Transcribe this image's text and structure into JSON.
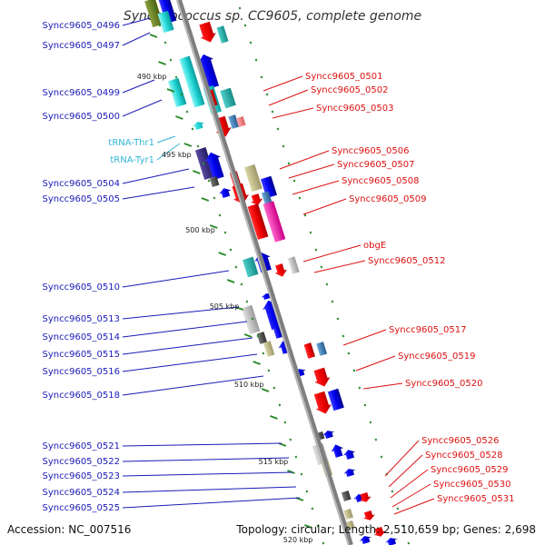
{
  "title": "Synechococcus sp. CC9605, complete genome",
  "accession": "Accession: NC_007516",
  "topology": "Topology: circular; Length: 2,510,659 bp; Genes: 2,698",
  "colors": {
    "left_label": "#1a1ab8",
    "trna_label": "#33b5d6",
    "right_label": "#dd1111",
    "backbone": "#888888",
    "tick": "#2a8a2a"
  },
  "kbp_labels": [
    "490 kbp",
    "495 kbp",
    "500 kbp",
    "505 kbp",
    "510 kbp",
    "515 kbp",
    "520 kbp"
  ],
  "left_labels": [
    {
      "text": "Syncc9605_0496",
      "kind": "gene"
    },
    {
      "text": "Syncc9605_0497",
      "kind": "gene"
    },
    {
      "text": "Syncc9605_0499",
      "kind": "gene"
    },
    {
      "text": "Syncc9605_0500",
      "kind": "gene"
    },
    {
      "text": "tRNA-Thr1",
      "kind": "trna"
    },
    {
      "text": "tRNA-Tyr1",
      "kind": "trna"
    },
    {
      "text": "Syncc9605_0504",
      "kind": "gene"
    },
    {
      "text": "Syncc9605_0505",
      "kind": "gene"
    },
    {
      "text": "Syncc9605_0510",
      "kind": "gene"
    },
    {
      "text": "Syncc9605_0513",
      "kind": "gene"
    },
    {
      "text": "Syncc9605_0514",
      "kind": "gene"
    },
    {
      "text": "Syncc9605_0515",
      "kind": "gene"
    },
    {
      "text": "Syncc9605_0516",
      "kind": "gene"
    },
    {
      "text": "Syncc9605_0518",
      "kind": "gene"
    },
    {
      "text": "Syncc9605_0521",
      "kind": "gene"
    },
    {
      "text": "Syncc9605_0522",
      "kind": "gene"
    },
    {
      "text": "Syncc9605_0523",
      "kind": "gene"
    },
    {
      "text": "Syncc9605_0524",
      "kind": "gene"
    },
    {
      "text": "Syncc9605_0525",
      "kind": "gene"
    }
  ],
  "right_labels": [
    {
      "text": "Syncc9605_0501"
    },
    {
      "text": "Syncc9605_0502"
    },
    {
      "text": "Syncc9605_0503"
    },
    {
      "text": "Syncc9605_0506"
    },
    {
      "text": "Syncc9605_0507"
    },
    {
      "text": "Syncc9605_0508"
    },
    {
      "text": "Syncc9605_0509"
    },
    {
      "text": "obgE"
    },
    {
      "text": "Syncc9605_0512"
    },
    {
      "text": "Syncc9605_0517"
    },
    {
      "text": "Syncc9605_0519"
    },
    {
      "text": "Syncc9605_0520"
    },
    {
      "text": "Syncc9605_0526"
    },
    {
      "text": "Syncc9605_0528"
    },
    {
      "text": "Syncc9605_0529"
    },
    {
      "text": "Syncc9605_0530"
    },
    {
      "text": "Syncc9605_0531"
    }
  ]
}
